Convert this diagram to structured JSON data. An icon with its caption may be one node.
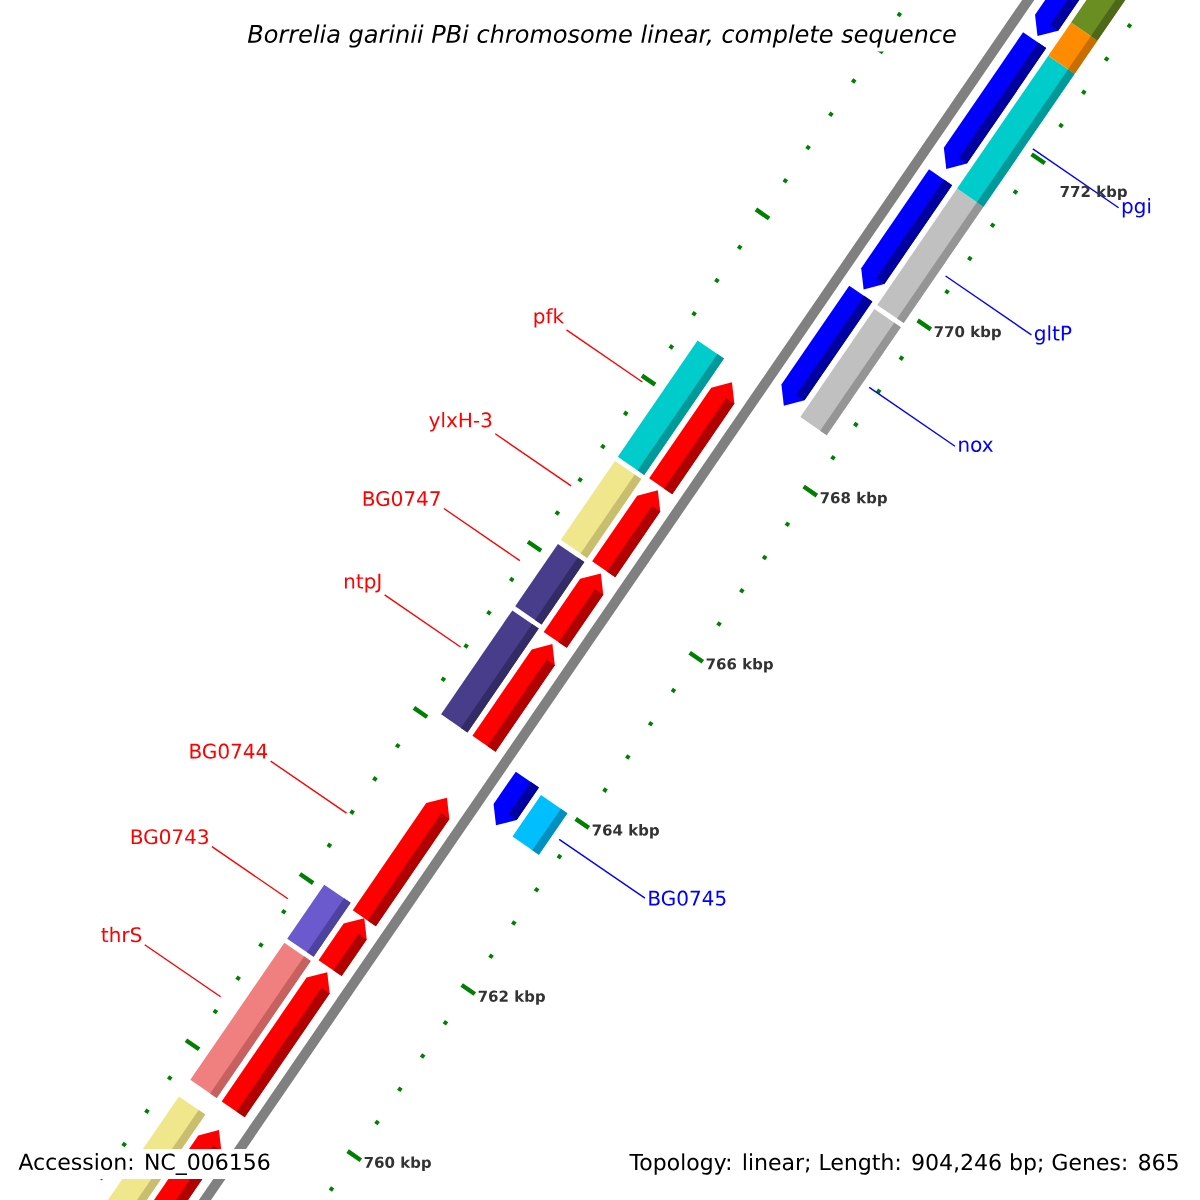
{
  "diagram": {
    "title": "Borrelia garinii PBi chromosome linear, complete sequence",
    "nodes": [
      {
        "text": [
          "pgi"
        ]
      },
      {
        "text": [
          "gltP"
        ]
      },
      {
        "text": [
          "pfk"
        ]
      },
      {
        "text": [
          "ylxH-3"
        ]
      },
      {
        "text": [
          "nox"
        ]
      },
      {
        "text": [
          "BG0747"
        ]
      },
      {
        "text": [
          "ntpJ"
        ]
      },
      {
        "text": [
          "BG0744"
        ]
      },
      {
        "text": [
          "BG0743"
        ]
      },
      {
        "text": [
          "BG0745"
        ]
      },
      {
        "text": [
          "thrS"
        ]
      }
    ],
    "edges": [
      {
        "from": 0,
        "to": null,
        "arrow": "none",
        "color": "#0000ff"
      },
      {
        "from": 1,
        "to": null,
        "arrow": "none",
        "color": "#0000ff"
      },
      {
        "from": 2,
        "to": null,
        "arrow": "none"
      },
      {
        "from": 3,
        "to": null,
        "arrow": "none"
      },
      {
        "from": 4,
        "to": null,
        "arrow": "none",
        "color": "#0000ff"
      },
      {
        "from": 5,
        "to": null,
        "arrow": "none"
      },
      {
        "from": 6,
        "to": null,
        "arrow": "none"
      },
      {
        "from": 7,
        "to": null,
        "arrow": "none"
      },
      {
        "from": 8,
        "to": null,
        "arrow": "none"
      },
      {
        "from": 9,
        "to": null,
        "arrow": "none",
        "color": "#0000ff"
      },
      {
        "from": 10,
        "to": null,
        "arrow": "none"
      }
    ],
    "labels": [
      "772 kbp",
      "770 kbp",
      "768 kbp",
      "766 kbp",
      "764 kbp",
      "762 kbp",
      "760 kbp",
      "Accession: NC_006156",
      "Topology: linear; Length: 904,246 bp; Genes: 865"
    ]
  }
}
